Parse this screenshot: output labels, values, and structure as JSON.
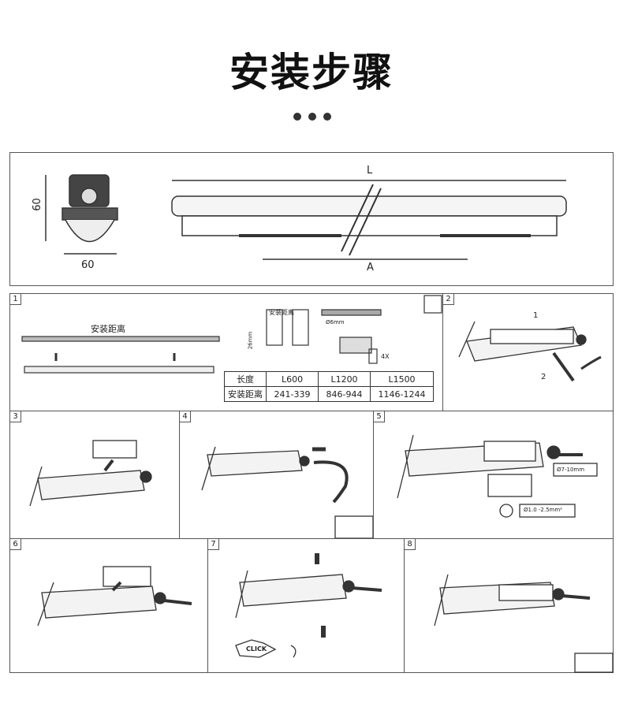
{
  "title": "安装步骤",
  "dimensions": {
    "height": "60",
    "width": "60",
    "length": "L",
    "mount": "A"
  },
  "steps": [
    {
      "num": "1",
      "label": "安装距离",
      "dim_26": "26mm",
      "dim_6": "Ø6mm",
      "screws": "4X",
      "table": {
        "headers": [
          "长度",
          "L600",
          "L1200",
          "L1500"
        ],
        "row": [
          "安装距离",
          "241-339",
          "846-944",
          "1146-1244"
        ]
      }
    },
    {
      "num": "2",
      "callout_1": "1",
      "callout_2": "2"
    },
    {
      "num": "3"
    },
    {
      "num": "4"
    },
    {
      "num": "5",
      "cable": "Ø7-10mm",
      "wire": "Ø1.0 -2.5mm²"
    },
    {
      "num": "6"
    },
    {
      "num": "7",
      "click": "CLICK"
    },
    {
      "num": "8"
    }
  ]
}
